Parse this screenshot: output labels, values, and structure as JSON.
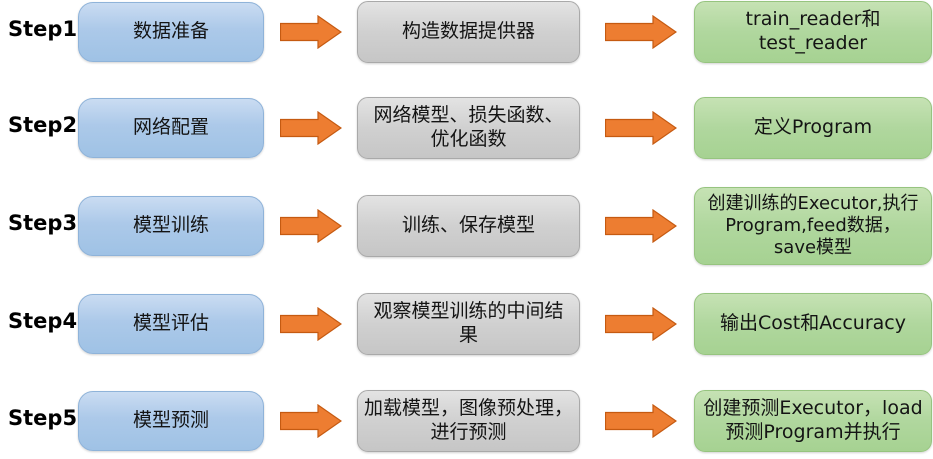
{
  "diagram": {
    "type": "flowchart",
    "description_columns": [
      "step",
      "stage",
      "action",
      "output"
    ],
    "colors": {
      "stage_box": "#A6C9E8",
      "action_box": "#D0D0D0",
      "output_box": "#AFD79D",
      "arrow_fill": "#ED7D31",
      "arrow_border": "#C55A11",
      "text": "#141414",
      "background": "#FFFFFF"
    },
    "rows": [
      {
        "step": "Step1",
        "stage": "数据准备",
        "action": "构造数据提供器",
        "output": "train_reader和\ntest_reader"
      },
      {
        "step": "Step2",
        "stage": "网络配置",
        "action": "网络模型、损失函数、\n优化函数",
        "output": "定义Program"
      },
      {
        "step": "Step3",
        "stage": "模型训练",
        "action": "训练、保存模型",
        "output": "创建训练的Executor,执行\nProgram,feed数据，\nsave模型"
      },
      {
        "step": "Step4",
        "stage": "模型评估",
        "action": "观察模型训练的中间结\n果",
        "output": "输出Cost和Accuracy"
      },
      {
        "step": "Step5",
        "stage": "模型预测",
        "action": "加载模型，图像预处理，\n进行预测",
        "output": "创建预测Executor，load\n预测Program并执行"
      }
    ]
  }
}
